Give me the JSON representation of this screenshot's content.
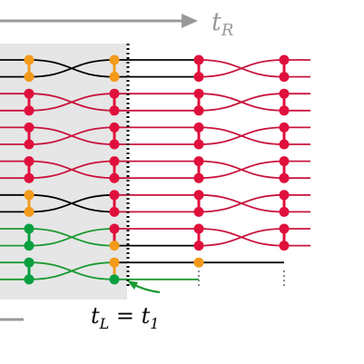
{
  "labels": {
    "t_right": "t",
    "t_right_sub": "R",
    "t_left_eq": "t",
    "t_left_sub": "L",
    "equals": " = t",
    "equals_sub": "1"
  },
  "colors": {
    "red": "#e0103c",
    "wire_red": "#c8143c",
    "black": "#000000",
    "orange": "#f39a1a",
    "green": "#0aa040",
    "wire_green": "#1a9a30",
    "shade": "#e6e6e6",
    "arrow_gray": "#999999",
    "dotted_gray": "#888888"
  },
  "wires": {
    "count": 14,
    "column_dots": [
      [
        "orange",
        "orange",
        "red",
        "red",
        "red",
        "red",
        "red",
        "red",
        "orange",
        "orange",
        "green",
        "green",
        "green",
        "green"
      ],
      [
        "orange",
        "orange",
        "red",
        "red",
        "red",
        "red",
        "red",
        "red",
        "red",
        "red",
        "red",
        "orange",
        "orange",
        "green"
      ],
      [
        "red",
        "red",
        "red",
        "red",
        "red",
        "red",
        "red",
        "red",
        "red",
        "red",
        "red",
        "red",
        "orange"
      ],
      [
        "red",
        "red",
        "red",
        "red",
        "red",
        "red",
        "red",
        "red",
        "red",
        "red",
        "red",
        "red"
      ]
    ],
    "gate_pairs": [
      [
        [
          0,
          1
        ],
        [
          2,
          3
        ],
        [
          4,
          5
        ],
        [
          6,
          7
        ],
        [
          8,
          9
        ],
        [
          10,
          11
        ],
        [
          12,
          13
        ]
      ],
      [
        [
          0,
          1
        ],
        [
          2,
          3
        ],
        [
          4,
          5
        ],
        [
          6,
          7
        ],
        [
          8,
          9
        ],
        [
          10,
          11
        ],
        [
          12,
          13
        ]
      ],
      [
        [
          0,
          1
        ],
        [
          2,
          3
        ],
        [
          4,
          5
        ],
        [
          6,
          7
        ],
        [
          8,
          9
        ],
        [
          10,
          11
        ]
      ],
      [
        [
          0,
          1
        ],
        [
          2,
          3
        ],
        [
          4,
          5
        ],
        [
          6,
          7
        ],
        [
          8,
          9
        ],
        [
          10,
          11
        ]
      ]
    ]
  }
}
